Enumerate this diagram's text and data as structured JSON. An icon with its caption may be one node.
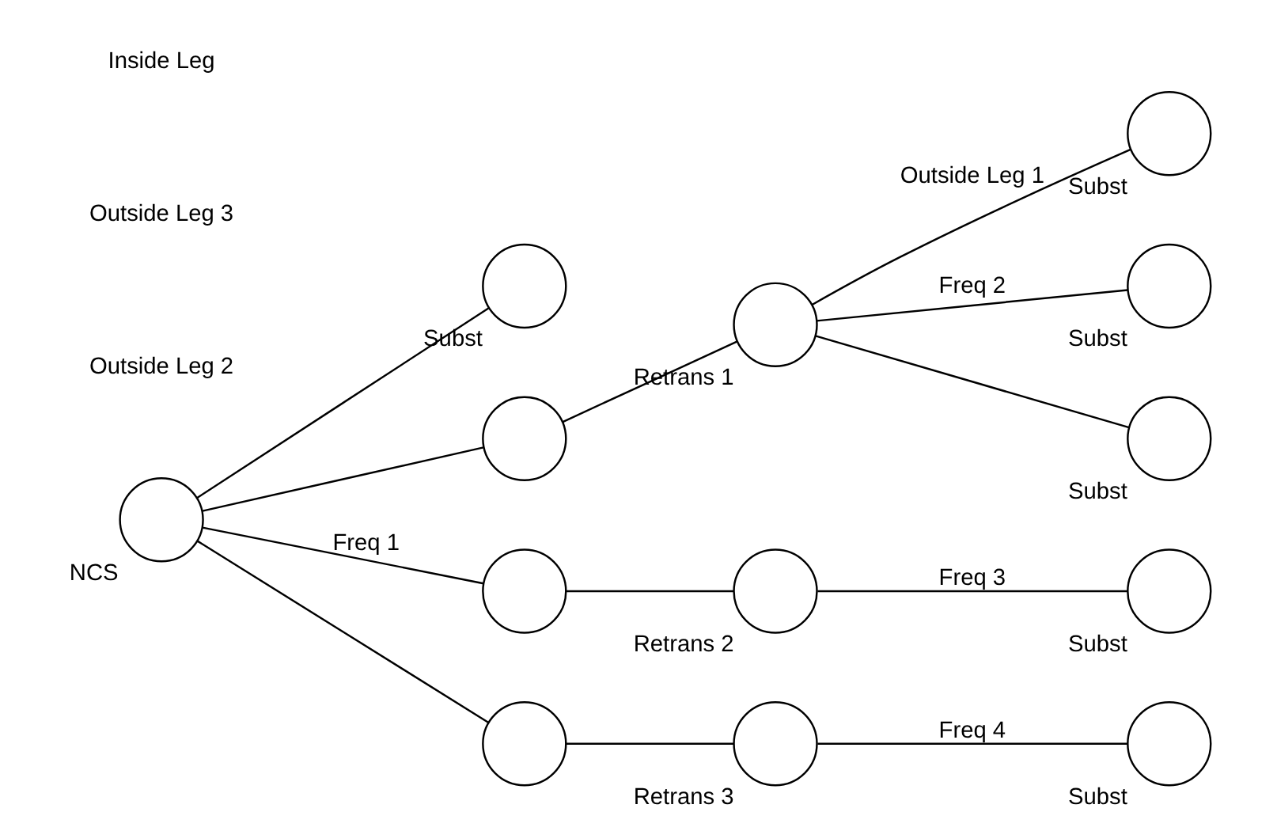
{
  "diagram": {
    "nodes": [
      {
        "text": [],
        "shape": "circle",
        "beside": [
          "NCS"
        ]
      },
      {
        "text": [],
        "shape": "circle",
        "beside": [
          "Subst"
        ]
      },
      {
        "text": [],
        "shape": "circle"
      },
      {
        "text": [],
        "shape": "circle"
      },
      {
        "text": [],
        "shape": "circle"
      },
      {
        "text": [],
        "shape": "circle",
        "beside": [
          "Retrans 1"
        ]
      },
      {
        "text": [],
        "shape": "circle",
        "beside": [
          "Retrans 2"
        ]
      },
      {
        "text": [],
        "shape": "circle",
        "beside": [
          "Retrans 3"
        ]
      },
      {
        "text": [],
        "shape": "circle",
        "beside": [
          "Subst"
        ]
      },
      {
        "text": [],
        "shape": "circle",
        "beside": [
          "Subst"
        ]
      },
      {
        "text": [],
        "shape": "circle",
        "beside": [
          "Subst"
        ]
      },
      {
        "text": [],
        "shape": "circle",
        "beside": [
          "Subst"
        ]
      },
      {
        "text": [],
        "shape": "circle",
        "beside": [
          "Subst"
        ]
      }
    ],
    "edges": [
      {
        "from": 0,
        "to": 1,
        "arrow": "none"
      },
      {
        "from": 0,
        "to": 2,
        "arrow": "none"
      },
      {
        "from": 0,
        "to": 3,
        "arrow": "none",
        "label": "Freq 1"
      },
      {
        "from": 0,
        "to": 4,
        "arrow": "none"
      },
      {
        "from": 2,
        "to": 5,
        "arrow": "none"
      },
      {
        "from": 3,
        "to": 6,
        "arrow": "none"
      },
      {
        "from": 4,
        "to": 7,
        "arrow": "none"
      },
      {
        "from": 5,
        "to": 8,
        "arrow": "none",
        "label": "Outside Leg 1"
      },
      {
        "from": 5,
        "to": 9,
        "arrow": "none",
        "label": "Freq 2"
      },
      {
        "from": 5,
        "to": 10,
        "arrow": "none"
      },
      {
        "from": 6,
        "to": 11,
        "arrow": "none",
        "label": "Freq 3"
      },
      {
        "from": 7,
        "to": 12,
        "arrow": "none",
        "label": "Freq 4"
      }
    ],
    "labels": [
      "Outside Leg 2",
      "Outside Leg 3",
      "Inside Leg"
    ]
  }
}
